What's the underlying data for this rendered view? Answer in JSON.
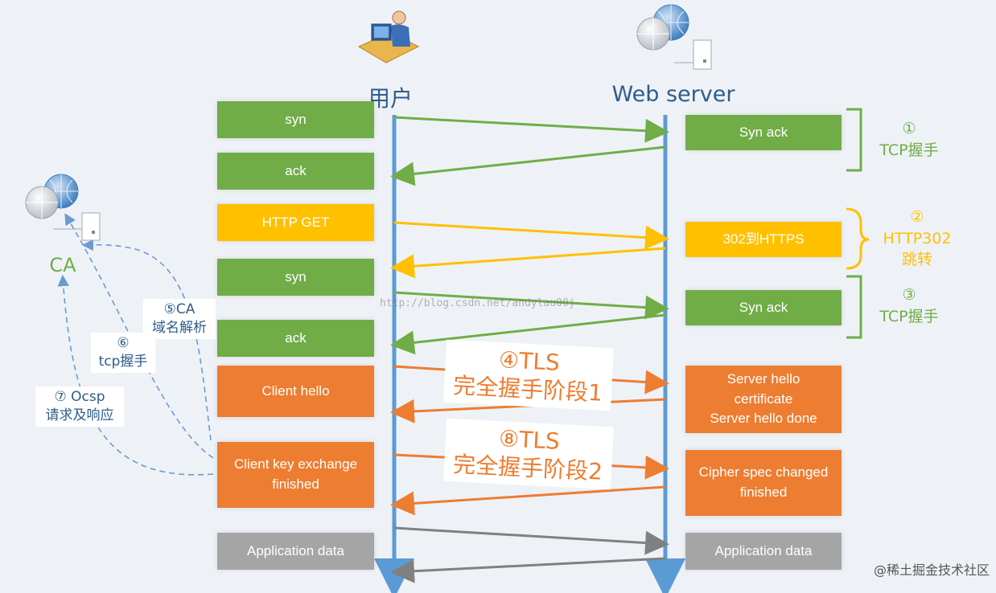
{
  "colors": {
    "green": "#70ad47",
    "yellow": "#ffc000",
    "orange": "#ed7d31",
    "gray": "#808080",
    "blue": "#5b9bd5",
    "dashed": "#6b9bd1",
    "text_blue": "#2e5c8a"
  },
  "icons": {
    "user": "user-computer-icon",
    "server": "web-server-icon",
    "ca": "ca-server-icon"
  },
  "actors": {
    "user": "用户",
    "server": "Web server",
    "ca": "CA"
  },
  "client_msgs": [
    {
      "label": "syn",
      "color": "green"
    },
    {
      "label": "ack",
      "color": "green"
    },
    {
      "label": "HTTP GET",
      "color": "yellow"
    },
    {
      "label": "syn",
      "color": "green"
    },
    {
      "label": "ack",
      "color": "green"
    },
    {
      "label": "Client hello",
      "color": "orange"
    },
    {
      "label": "Client key exchange\nfinished",
      "color": "orange"
    },
    {
      "label": "Application data",
      "color": "gray"
    }
  ],
  "server_msgs": [
    {
      "label": "Syn ack",
      "color": "green"
    },
    {
      "label": "302到HTTPS",
      "color": "yellow"
    },
    {
      "label": "Syn ack",
      "color": "green"
    },
    {
      "label": "Server hello\ncertificate\nServer hello done",
      "color": "orange"
    },
    {
      "label": "Cipher spec changed\nfinished",
      "color": "orange"
    },
    {
      "label": "Application data",
      "color": "gray"
    }
  ],
  "phases": [
    {
      "label": "①\nTCP握手",
      "color": "green"
    },
    {
      "label": "②\nHTTP302\n跳转",
      "color": "yellow"
    },
    {
      "label": "③\nTCP握手",
      "color": "green"
    }
  ],
  "tls_labels": [
    "④TLS\n完全握手阶段1",
    "⑧TLS\n完全握手阶段2"
  ],
  "ca_notes": [
    "⑤CA\n域名解析",
    "⑥\ntcp握手",
    "⑦ Ocsp\n请求及响应"
  ],
  "watermark": "http://blog.csdn.net/andylau00j",
  "footer": "@稀土掘金技术社区"
}
